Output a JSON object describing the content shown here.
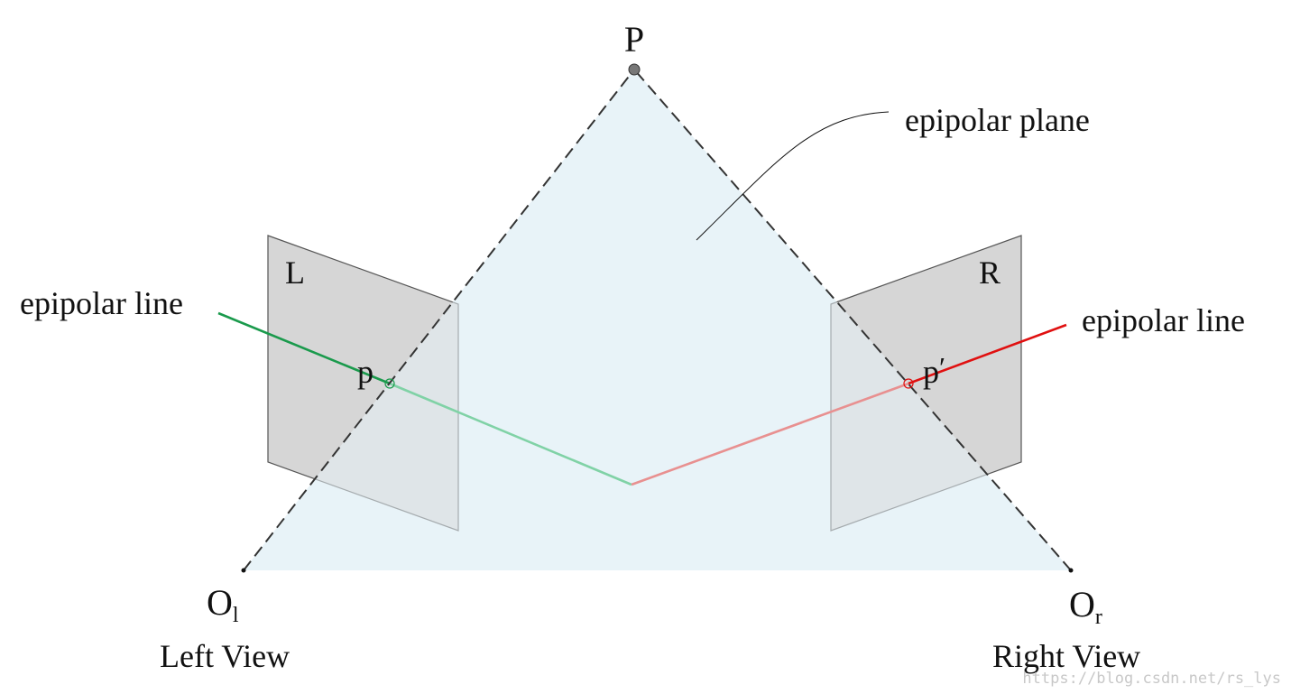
{
  "labels": {
    "point": "P",
    "epipolar_plane": "epipolar plane",
    "left_plane": "L",
    "right_plane": "R",
    "left_epipolar_line": "epipolar line",
    "right_epipolar_line": "epipolar line",
    "left_image_point": "p",
    "right_image_point": "p",
    "right_image_point_prime": "′",
    "left_center_main": "O",
    "left_center_sub": "l",
    "right_center_main": "O",
    "right_center_sub": "r",
    "left_view": "Left View",
    "right_view": "Right View"
  },
  "watermark": "https://blog.csdn.net/rs_lys",
  "colors": {
    "plane_fill": "#e8f3f8",
    "image_plane_fill": "#d6d6d6",
    "image_plane_stroke": "#555555",
    "left_line_solid": "#1a9a4c",
    "left_line_faded": "#80d2a6",
    "right_line_solid": "#e01010",
    "right_line_faded": "#e89090",
    "ray_stroke": "#333333"
  }
}
